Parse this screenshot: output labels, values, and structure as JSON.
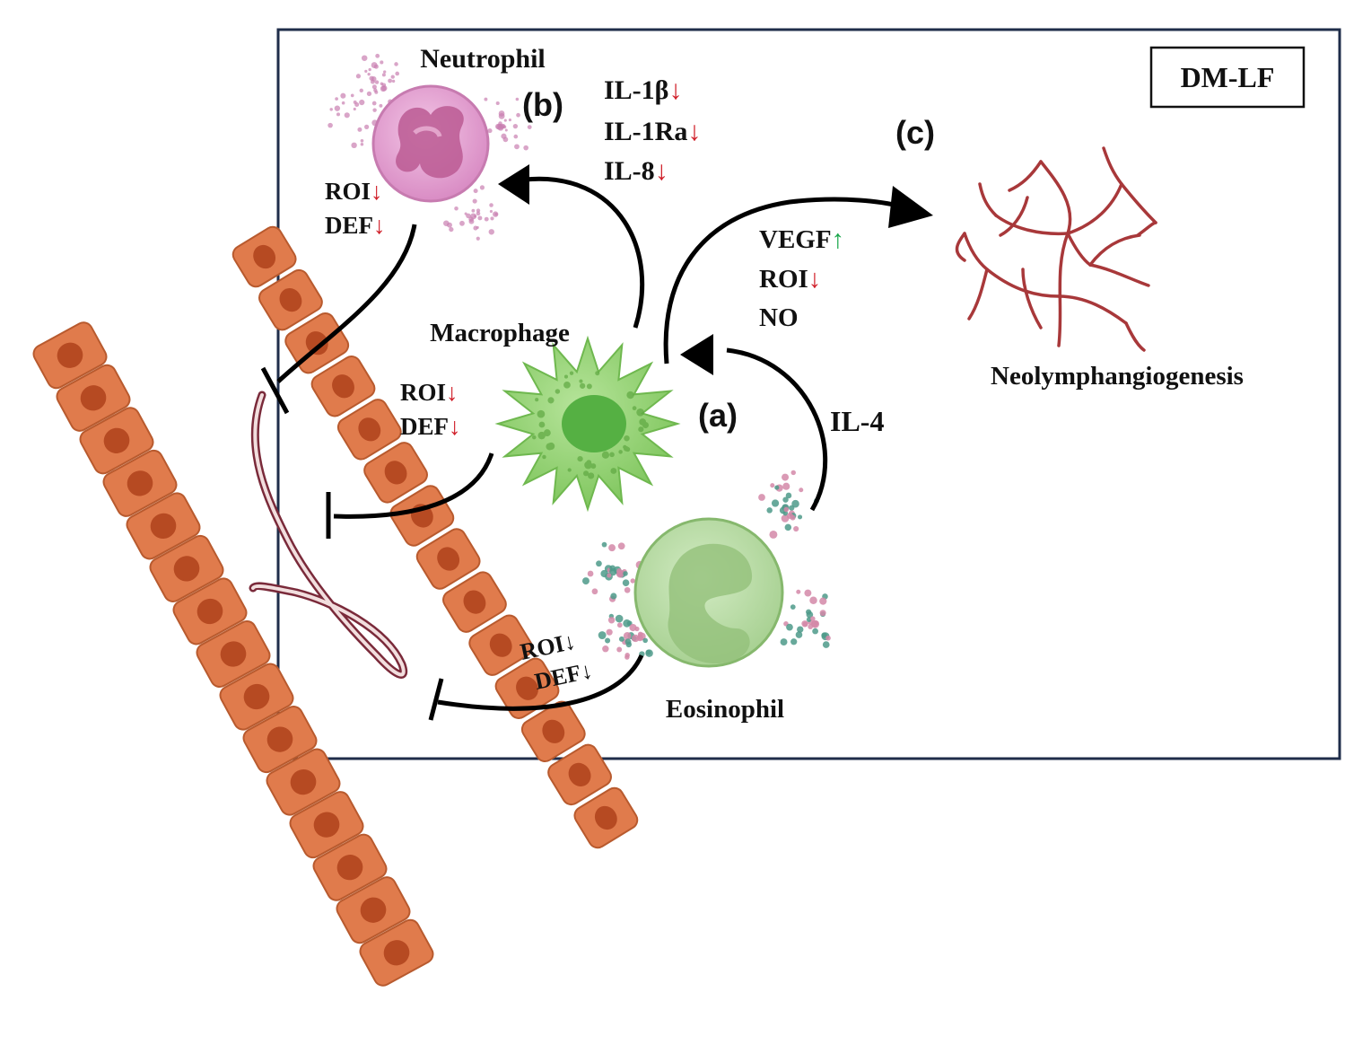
{
  "box_label": "DM-LF",
  "panels": {
    "a": "(a)",
    "b": "(b)",
    "c": "(c)"
  },
  "cells": {
    "neutrophil": "Neutrophil",
    "macrophage": "Macrophage",
    "eosinophil": "Eosinophil",
    "neolymph": "Neolymphangiogenesis"
  },
  "neutrophil_markers": [
    {
      "text": "ROI",
      "arrow": "↓",
      "color": "#d0202a"
    },
    {
      "text": "DEF",
      "arrow": "↓",
      "color": "#d0202a"
    }
  ],
  "macrophage_markers": [
    {
      "text": "ROI",
      "arrow": "↓",
      "color": "#d0202a"
    },
    {
      "text": "DEF",
      "arrow": "↓",
      "color": "#d0202a"
    }
  ],
  "eosinophil_markers": [
    {
      "text": "ROI",
      "arrow": "↓",
      "color": "#111111"
    },
    {
      "text": "DEF",
      "arrow": "↓",
      "color": "#111111"
    }
  ],
  "cytokines": [
    {
      "text": "IL-1β",
      "arrow": "↓",
      "color": "#d0202a"
    },
    {
      "text": "IL-1Ra",
      "arrow": "↓",
      "color": "#d0202a"
    },
    {
      "text": "IL-8",
      "arrow": "↓",
      "color": "#d0202a"
    }
  ],
  "angio_factors": [
    {
      "text": "VEGF",
      "arrow": "↑",
      "color": "#1aa64b"
    },
    {
      "text": "ROI",
      "arrow": "↓",
      "color": "#d0202a"
    },
    {
      "text": "NO",
      "arrow": "",
      "color": "#d0202a"
    }
  ],
  "il4": "IL-4",
  "colors": {
    "box_border": "#1f2d4a",
    "epithelium": "#e07b4c",
    "nucleus": "#b64a22",
    "neutrophil": "#e8a6d2",
    "macrophage": "#8fd06f",
    "eosinophil": "#b9dba6",
    "vessel": "#a8383a"
  }
}
